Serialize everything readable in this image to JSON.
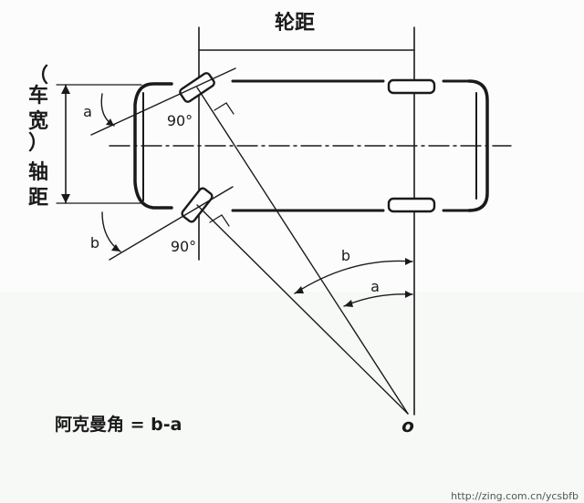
{
  "track_label": "轮距",
  "side_labels": {
    "paren_open": "（",
    "width_1": "车",
    "width_2": "宽",
    "paren_close": "）",
    "wheelbase_1": "轴",
    "wheelbase_2": "距"
  },
  "angle_labels": {
    "a_left": "a",
    "b_left": "b",
    "b_center": "b",
    "a_center": "a",
    "right_angle_top": "90°",
    "right_angle_bottom": "90°"
  },
  "center_point_label": "o",
  "formula": "阿克曼角 = b-a",
  "watermark": "http://zing.com.cn/ycsbfb",
  "colors": {
    "ink": "#1a1a1a",
    "background": "#fbfcfb"
  }
}
